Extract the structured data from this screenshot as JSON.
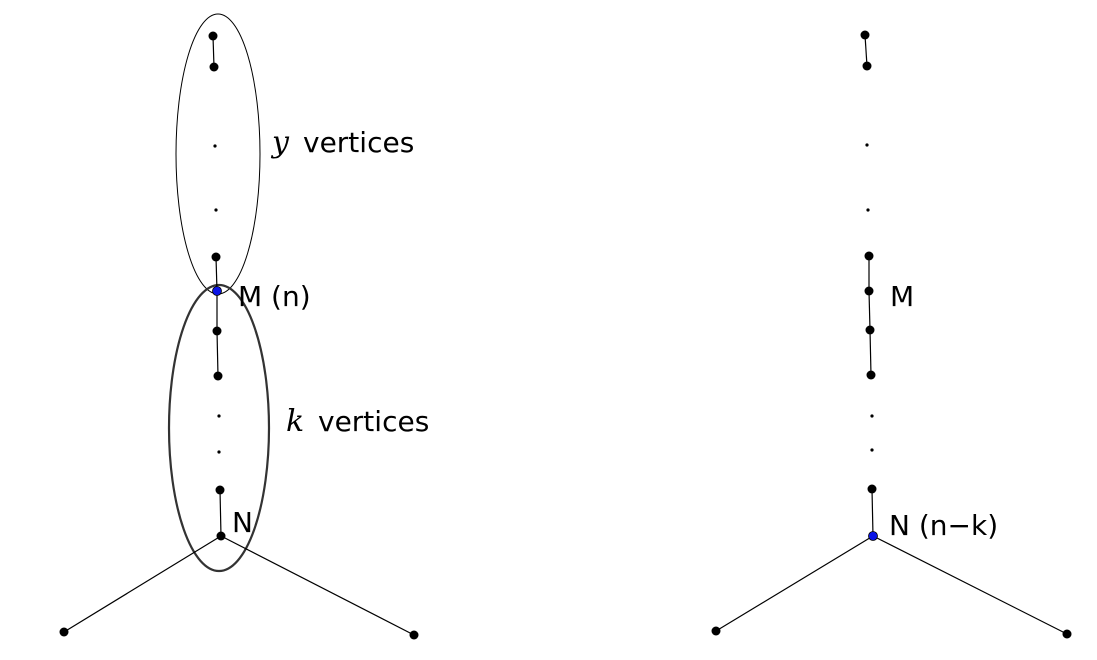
{
  "left_graph": {
    "annotation_top": {
      "variable": "y",
      "text": "vertices"
    },
    "annotation_bottom": {
      "variable": "k",
      "text": "vertices"
    },
    "label_m": "M (n)",
    "label_n": "N"
  },
  "right_graph": {
    "label_m": "M",
    "label_n": "N (n−k)"
  },
  "colors": {
    "highlight_node": "#0a14e6",
    "node": "#000000"
  }
}
